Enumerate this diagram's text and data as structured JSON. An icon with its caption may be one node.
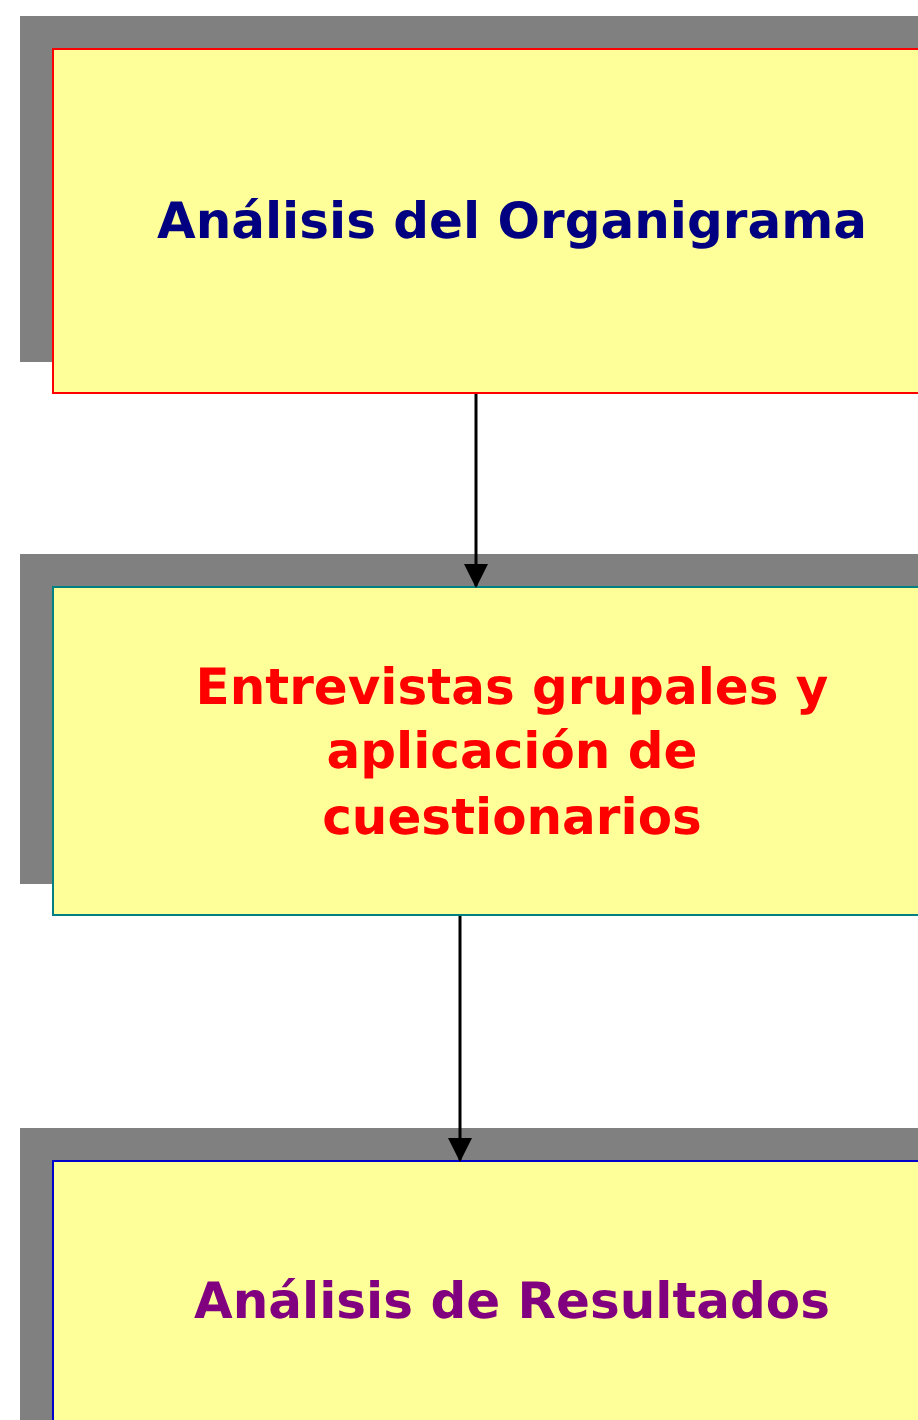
{
  "diagram": {
    "nodes": [
      {
        "text": [
          "Análisis del Organigrama"
        ]
      },
      {
        "text": [
          "Entrevistas grupales y aplicación de cuestionarios"
        ]
      },
      {
        "text": [
          "Análisis de Resultados"
        ]
      }
    ],
    "edges": [
      {
        "from": 0,
        "to": 1,
        "arrow": "to"
      },
      {
        "from": 1,
        "to": 2,
        "arrow": "to"
      }
    ]
  }
}
